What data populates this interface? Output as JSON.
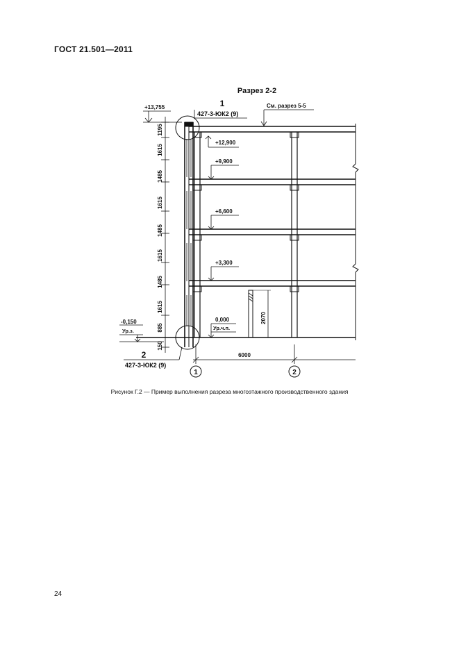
{
  "header": "ГОСТ  21.501—2011",
  "page_number": "24",
  "caption": "Рисунок  Г.2 — Пример выполнения разреза многоэтажного производственного здания",
  "drawing": {
    "title": "Разрез 2-2",
    "callout_1": {
      "number": "1",
      "reference": "427-3-ЮК2 (9)"
    },
    "callout_2": {
      "number": "2",
      "reference": "427-3-ЮК2 (9)"
    },
    "section_reference": "См. разрез 5-5",
    "elevations": {
      "top": "+13,755",
      "roof": "+12,900",
      "floor_3": "+9,900",
      "floor_2": "+6,600",
      "floor_1": "+3,300",
      "ground_floor": "0,000",
      "ground_floor_label": "Ур.ч.п.",
      "ground": "-0,150",
      "ground_label": "Ур.з."
    },
    "vertical_dimensions": [
      "1195",
      "1615",
      "1485",
      "1615",
      "1485",
      "1615",
      "1485",
      "1615",
      "885",
      "150"
    ],
    "door_height": "2070",
    "bay_span": "6000",
    "axes": [
      "1",
      "2"
    ]
  }
}
